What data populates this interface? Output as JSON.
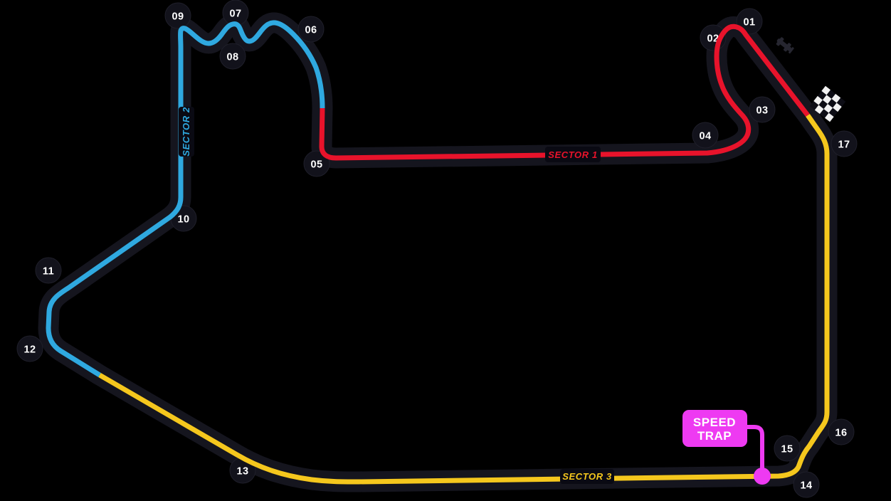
{
  "corners": [
    {
      "label": "01"
    },
    {
      "label": "02"
    },
    {
      "label": "03"
    },
    {
      "label": "04"
    },
    {
      "label": "05"
    },
    {
      "label": "06"
    },
    {
      "label": "07"
    },
    {
      "label": "08"
    },
    {
      "label": "09"
    },
    {
      "label": "10"
    },
    {
      "label": "11"
    },
    {
      "label": "12"
    },
    {
      "label": "13"
    },
    {
      "label": "14"
    },
    {
      "label": "15"
    },
    {
      "label": "16"
    },
    {
      "label": "17"
    }
  ],
  "sectors": [
    {
      "label": "SECTOR 1",
      "color": "#e8132b"
    },
    {
      "label": "SECTOR 2",
      "color": "#2fa9e0"
    },
    {
      "label": "SECTOR 3",
      "color": "#f5c71d"
    }
  ],
  "speed_trap": {
    "line1": "SPEED",
    "line2": "TRAP",
    "color": "#ee3af2"
  },
  "icons": {
    "finish": "finish-flag-icon",
    "car": "car-icon"
  },
  "colors": {
    "background": "#000000",
    "track": "#15151e",
    "badge": "#12121b",
    "badge_text": "#ffffff",
    "sector1": "#e8132b",
    "sector2": "#2fa9e0",
    "sector3": "#f5c71d",
    "speed_trap": "#ee3af2",
    "flag_white": "#f2f2f2",
    "flag_dark": "#0d0d15",
    "car": "#262630"
  }
}
